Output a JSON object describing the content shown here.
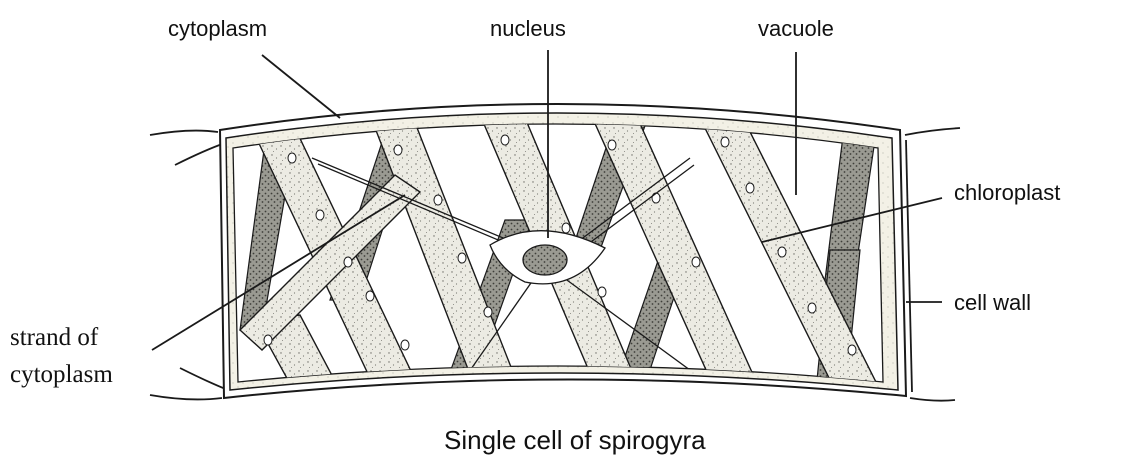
{
  "labels": {
    "cytoplasm": "cytoplasm",
    "nucleus": "nucleus",
    "vacuole": "vacuole",
    "chloroplast": "chloroplast",
    "cell_wall": "cell wall",
    "strand_line1": "strand of",
    "strand_line2": "cytoplasm"
  },
  "caption": "Single cell of spirogyra",
  "colors": {
    "ink": "#1a1a1a",
    "chloroplast_light": "#e6e6de",
    "chloroplast_dark": "#8c8c84",
    "cytoplasm_layer": "#f1efe4",
    "vacuole": "#ffffff"
  }
}
